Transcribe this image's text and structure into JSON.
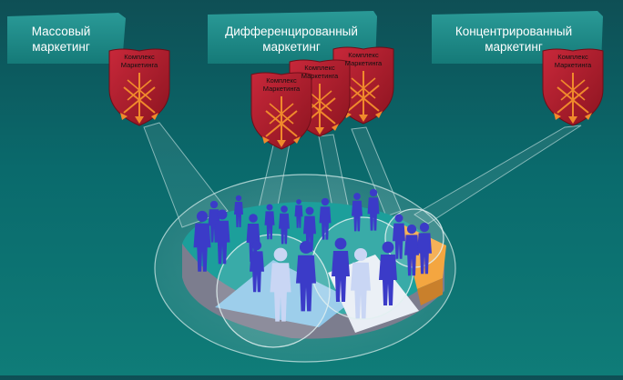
{
  "segments": {
    "mass": {
      "line1": "Массовый",
      "line2": "маркетинг"
    },
    "differentiated": {
      "line1": "Дифференцированный",
      "line2": "маркетинг"
    },
    "concentrated": {
      "line1": "Концентрированный",
      "line2": "маркетинг"
    }
  },
  "shield_label": {
    "line1": "Комплекс",
    "line2": "Маркетинга"
  },
  "colors": {
    "banner": "#1f8a88",
    "shield": "#b01e2c",
    "arrow": "#f08a2c",
    "people": "#3b3bc8",
    "disc": "#8a8a9a",
    "highlight_segment": "#f4a640"
  }
}
